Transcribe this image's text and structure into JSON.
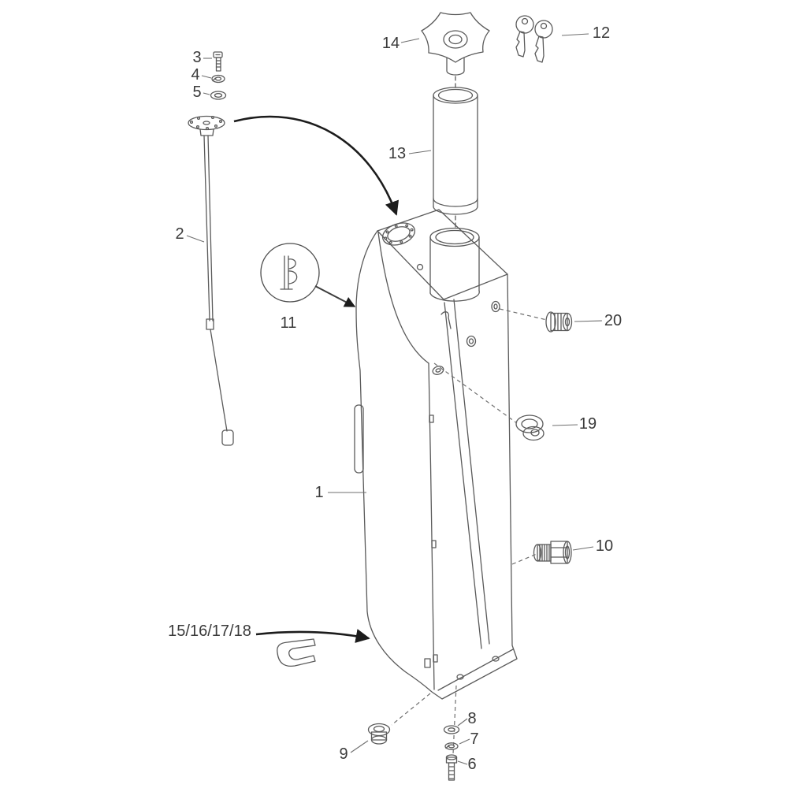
{
  "diagram_type": "exploded-parts-diagram",
  "labels": {
    "l1": "1",
    "l2": "2",
    "l3": "3",
    "l4": "4",
    "l5": "5",
    "l6": "6",
    "l7": "7",
    "l8": "8",
    "l9": "9",
    "l10": "10",
    "l11": "11",
    "l12": "12",
    "l13": "13",
    "l14": "14",
    "l15_16_17_18": "15/16/17/18",
    "l19": "19",
    "l20": "20"
  },
  "colors": {
    "background": "#ffffff",
    "line": "#5a5a5a",
    "label_text": "#3a3a3a",
    "arrow": "#1c1c1c",
    "shade_light": "#f0f0f0",
    "shade_mid": "#dedede"
  }
}
